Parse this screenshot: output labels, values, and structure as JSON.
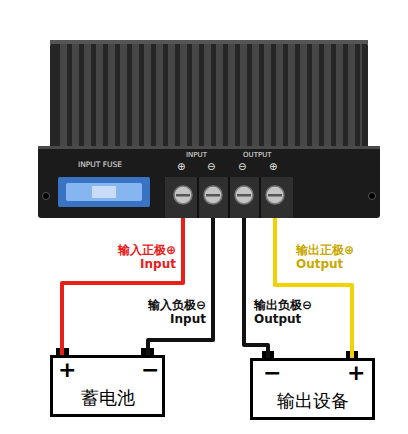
{
  "diagram": {
    "nodes": [
      {
        "text": [
          "INPUT FUSE",
          "INPUT",
          "⊕",
          "⊖",
          "OUTPUT",
          "⊖",
          "⊕"
        ]
      },
      {
        "text": [
          "+",
          "−",
          "蓄电池"
        ]
      },
      {
        "text": [
          "−",
          "+",
          "输出设备"
        ]
      }
    ],
    "edges": [
      {
        "from": 0,
        "to": 1,
        "arrow": "none",
        "label": "输入正极⊕ Input"
      },
      {
        "from": 0,
        "to": 1,
        "arrow": "none",
        "label": "输入负极⊖ Input"
      },
      {
        "from": 0,
        "to": 2,
        "arrow": "none",
        "label": "输出负极⊖ Output"
      },
      {
        "from": 0,
        "to": 2,
        "arrow": "none",
        "label": "输出正极⊕ Output"
      }
    ]
  }
}
